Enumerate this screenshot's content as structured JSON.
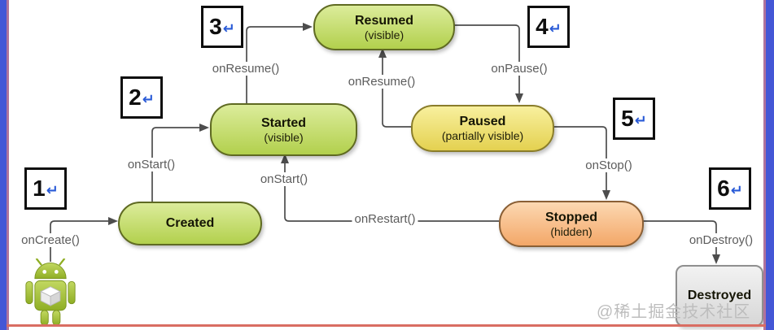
{
  "watermark": "@稀土掘金技术社区",
  "colors": {
    "line": "#4d4d4d",
    "green-top": "#dcec9b",
    "green-bottom": "#b2d04d",
    "green-border": "#5f6a22",
    "yellow-top": "#f8f09e",
    "yellow-bottom": "#e4d150",
    "yellow-border": "#8a7d2a",
    "orange-top": "#fcd8b2",
    "orange-bottom": "#f3a768",
    "orange-border": "#8a5f35",
    "gray-top": "#f2f2f2",
    "gray-bottom": "#d7d7d7",
    "gray-border": "#8f8f8f",
    "marker-blue": "#2a5bd7",
    "frame-blue": "#4457d6",
    "frame-mauve": "#b0739c",
    "frame-red": "#d96d62",
    "label-gray": "#5c5c5c",
    "android-green": "#a3c13a"
  },
  "states": {
    "resumed": {
      "title": "Resumed",
      "subtitle": "(visible)"
    },
    "started": {
      "title": "Started",
      "subtitle": "(visible)"
    },
    "paused": {
      "title": "Paused",
      "subtitle": "(partially visible)"
    },
    "created": {
      "title": "Created"
    },
    "stopped": {
      "title": "Stopped",
      "subtitle": "(hidden)"
    },
    "destroyed": {
      "title": "Destroyed"
    }
  },
  "transitions": {
    "oncreate": "onCreate()",
    "onstart_left": "onStart()",
    "onresume_top": "onResume()",
    "onresume_mid": "onResume()",
    "onpause": "onPause()",
    "onstop": "onStop()",
    "onrestart": "onRestart()",
    "ondestroy": "onDestroy()",
    "onstart_bottom": "onStart()"
  },
  "steps": [
    {
      "number": "1",
      "glyph": "↵"
    },
    {
      "number": "2",
      "glyph": "↵"
    },
    {
      "number": "3",
      "glyph": "↵"
    },
    {
      "number": "4",
      "glyph": "↵"
    },
    {
      "number": "5",
      "glyph": "↵"
    },
    {
      "number": "6",
      "glyph": "↵"
    }
  ]
}
